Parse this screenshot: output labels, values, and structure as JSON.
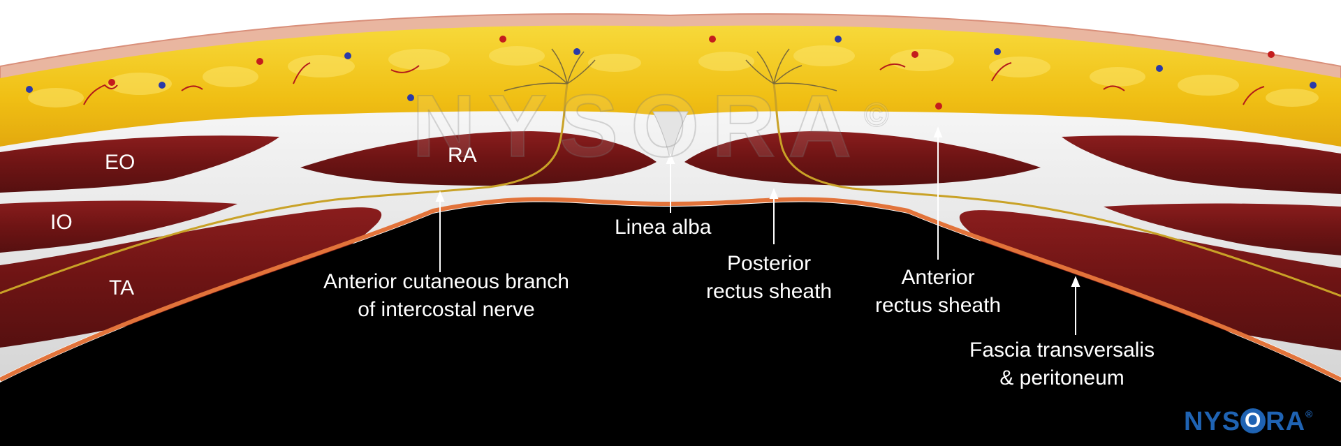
{
  "muscles": {
    "eo": "EO",
    "io": "IO",
    "ta": "TA",
    "ra": "RA"
  },
  "labels": {
    "anterior_cutaneous": [
      "Anterior cutaneous branch",
      "of intercostal nerve"
    ],
    "linea_alba": [
      "Linea alba"
    ],
    "posterior_rectus_sheath": [
      "Posterior",
      "rectus sheath"
    ],
    "anterior_rectus_sheath": [
      "Anterior",
      "rectus sheath"
    ],
    "fascia_transversalis": [
      "Fascia transversalis",
      "& peritoneum"
    ]
  },
  "watermark": "NYSORA",
  "logo": {
    "text_left": "NYS",
    "text_o": "O",
    "text_right": "RA",
    "registered": "®"
  },
  "colors": {
    "fat": "#f2c318",
    "muscle": "#6e1414",
    "fascia": "#f2f2f2",
    "nerve": "#c9a227",
    "peritoneum": "#e2733a",
    "cavity": "#000000",
    "logo_blue": "#1f63b3",
    "vessel_red": "#c41d1d",
    "vessel_blue": "#2a3aa8"
  }
}
